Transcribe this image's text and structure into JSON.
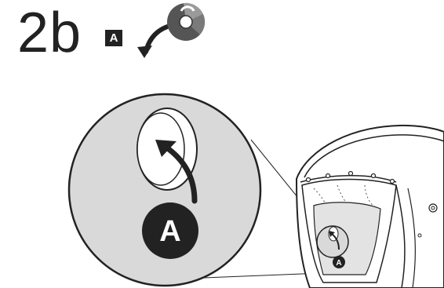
{
  "step": {
    "number": "2b",
    "badge_label": "A"
  },
  "callout": {
    "label": "A"
  },
  "colors": {
    "ink": "#222222",
    "zoom_fill": "#d9d9d9",
    "shell_shadow": "#e3e3e3",
    "icon_dark": "#555555",
    "icon_light": "#9a9a9a"
  },
  "icons": {
    "direction": "curved-arrow-icon",
    "mechanism": "rotation-disc-icon"
  }
}
